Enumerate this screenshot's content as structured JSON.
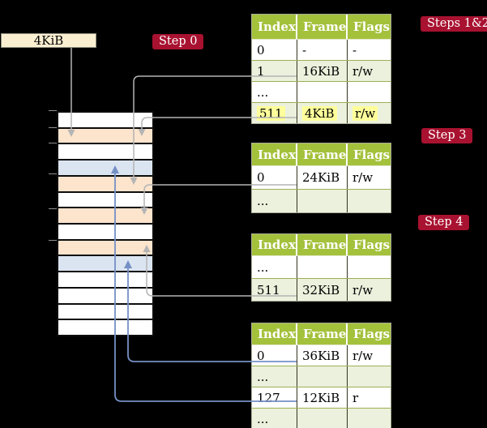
{
  "legend_box": {
    "label": "4KiB"
  },
  "steps": {
    "step0": "Step 0",
    "steps12": "Steps 1&2",
    "step3": "Step 3",
    "step4": "Step 4"
  },
  "colors": {
    "background": "#000000",
    "table_header_green": "#A4C13C",
    "table_row_tint": "#EBF1DC",
    "frame_peach": "#FCE4CD",
    "frame_blue": "#DBE5F1",
    "step_label_crimson": "#A81230",
    "legend_cream": "#FBEFD2",
    "highlight_yellow": "#FEFF9B",
    "gray_arrow": "#B4B4B4",
    "blue_arrow": "#7590C5"
  },
  "memory_stack": {
    "rows": [
      {
        "color": "white"
      },
      {
        "color": "peach"
      },
      {
        "color": "white"
      },
      {
        "color": "blue"
      },
      {
        "color": "peach"
      },
      {
        "color": "white"
      },
      {
        "color": "peach"
      },
      {
        "color": "white"
      },
      {
        "color": "peach"
      },
      {
        "color": "blue"
      },
      {
        "color": "white"
      },
      {
        "color": "white"
      },
      {
        "color": "white"
      },
      {
        "color": "white"
      }
    ]
  },
  "tables": [
    {
      "name": "page-table-steps-1-2",
      "columns": [
        "Index",
        "Frame",
        "Flags"
      ],
      "rows": [
        [
          "0",
          "-",
          "-"
        ],
        [
          "1",
          "16KiB",
          "r/w"
        ],
        [
          "...",
          "",
          ""
        ],
        [
          "511",
          "4KiB",
          "r/w"
        ]
      ]
    },
    {
      "name": "page-table-step-3",
      "columns": [
        "Index",
        "Frame",
        "Flags"
      ],
      "rows": [
        [
          "0",
          "24KiB",
          "r/w"
        ],
        [
          "...",
          "",
          ""
        ]
      ]
    },
    {
      "name": "page-table-step-4a",
      "columns": [
        "Index",
        "Frame",
        "Flags"
      ],
      "rows": [
        [
          "...",
          "",
          ""
        ],
        [
          "511",
          "32KiB",
          "r/w"
        ]
      ]
    },
    {
      "name": "page-table-step-4b",
      "columns": [
        "Index",
        "Frame",
        "Flags"
      ],
      "rows": [
        [
          "0",
          "36KiB",
          "r/w"
        ],
        [
          "...",
          "",
          ""
        ],
        [
          "127",
          "12KiB",
          "r"
        ],
        [
          "...",
          "",
          ""
        ]
      ]
    }
  ]
}
